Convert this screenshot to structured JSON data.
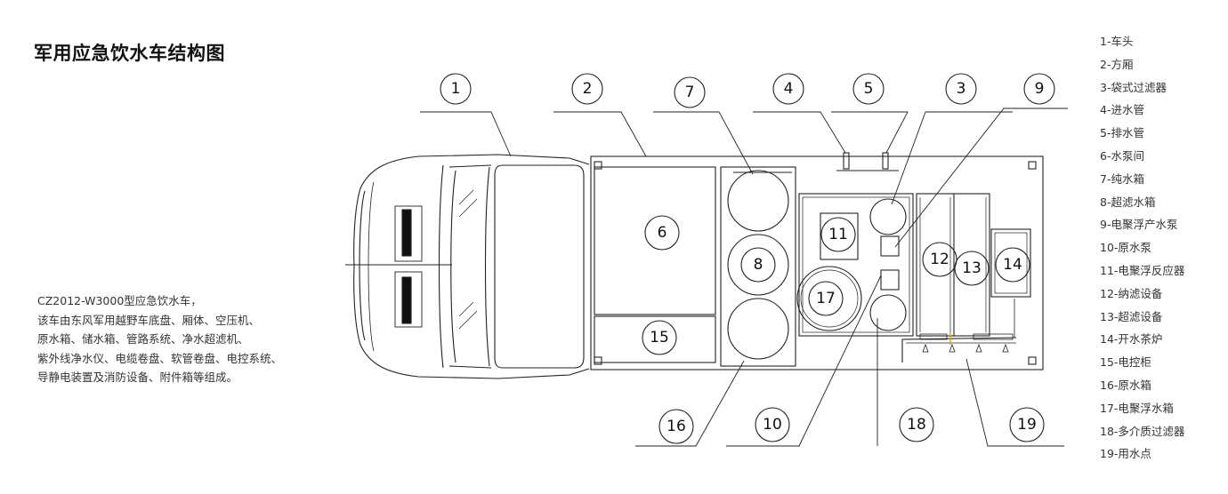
{
  "title": "军用应急饮水车结构图",
  "description": [
    "CZ2012-W3000型应急饮水车，",
    "该车由东风军用越野车底盘、厢体、空压机、",
    "原水箱、储水箱、管路系统、净水超滤机、",
    "紫外线净水仪、电缆卷盘、软管卷盘、电控系统、",
    "导静电装置及消防设备、附件箱等组成。"
  ],
  "legend": [
    "1-车头",
    "2-方厢",
    "3-袋式过滤器",
    "4-进水管",
    "5-排水管",
    "6-水泵间",
    "7-纯水箱",
    "8-超滤水箱",
    "9-电聚浮产水泵",
    "10-原水泵",
    "11-电聚浮反应器",
    "12-纳滤设备",
    "13-超滤设备",
    "14-开水茶炉",
    "15-电控柜",
    "16-原水箱",
    "17-电聚浮水箱",
    "18-多介质过滤器",
    "19-用水点"
  ],
  "callouts": {
    "c1": "1",
    "c2": "2",
    "c3": "3",
    "c4": "4",
    "c5": "5",
    "c6": "6",
    "c7": "7",
    "c8": "8",
    "c9": "9",
    "c10": "10",
    "c11": "11",
    "c12": "12",
    "c13": "13",
    "c14": "14",
    "c15": "15",
    "c16": "16",
    "c17": "17",
    "c18": "18",
    "c19": "19"
  }
}
